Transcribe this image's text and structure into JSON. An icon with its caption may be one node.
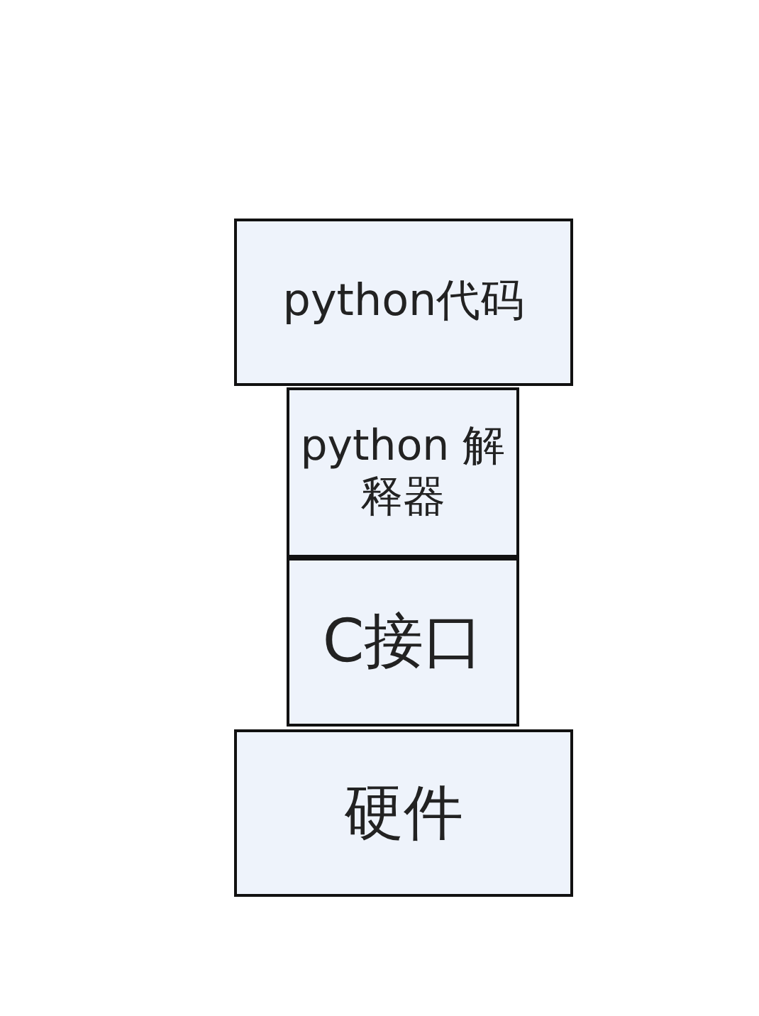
{
  "diagram": {
    "nodes": [
      {
        "text": [
          "python代码"
        ]
      },
      {
        "text": [
          "python 解释器"
        ]
      },
      {
        "text": [
          "C接口"
        ]
      },
      {
        "text": [
          "硬件"
        ]
      }
    ]
  }
}
